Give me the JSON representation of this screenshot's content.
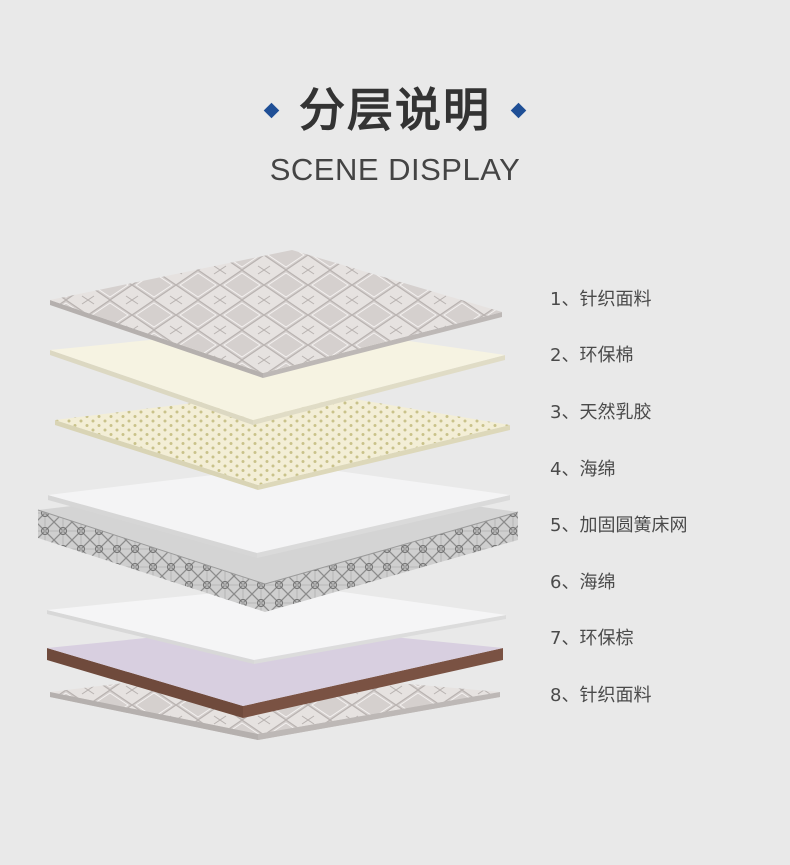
{
  "header": {
    "title": "分层说明",
    "subtitle": "SCENE DISPLAY"
  },
  "layers": [
    {
      "label": "1、针织面料"
    },
    {
      "label": "2、环保棉"
    },
    {
      "label": "3、天然乳胶"
    },
    {
      "label": "4、海绵"
    },
    {
      "label": "5、加固圆簧床网"
    },
    {
      "label": "6、海绵"
    },
    {
      "label": "7、环保棕"
    },
    {
      "label": "8、针织面料"
    }
  ],
  "colors": {
    "accent": "#1f4f96",
    "background": "#e9e9e9",
    "coir_edge": "#6f4a3c",
    "coir_top": "#d8cfe0",
    "latex": "#f1ecd3",
    "cotton": "#f6f3e2"
  }
}
